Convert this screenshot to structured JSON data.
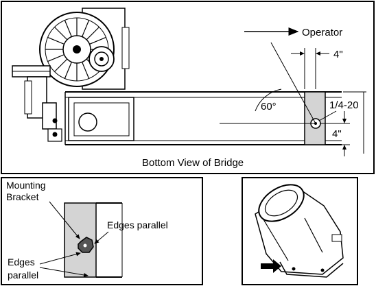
{
  "main_view": {
    "caption": "Bottom View of Bridge",
    "direction_label": "Operator",
    "angle_label": "60°",
    "screw_label": "1/4-20",
    "dim_horizontal": "4\"",
    "dim_vertical": "4\""
  },
  "detail_left": {
    "label_bracket_line1": "Mounting",
    "label_bracket_line2": "Bracket",
    "label_edges_parallel_right": "Edges parallel",
    "label_edges_line1": "Edges",
    "label_edges_line2": "parallel"
  },
  "colors": {
    "bracket_fill": "#d4d4d4",
    "line": "#000000"
  }
}
